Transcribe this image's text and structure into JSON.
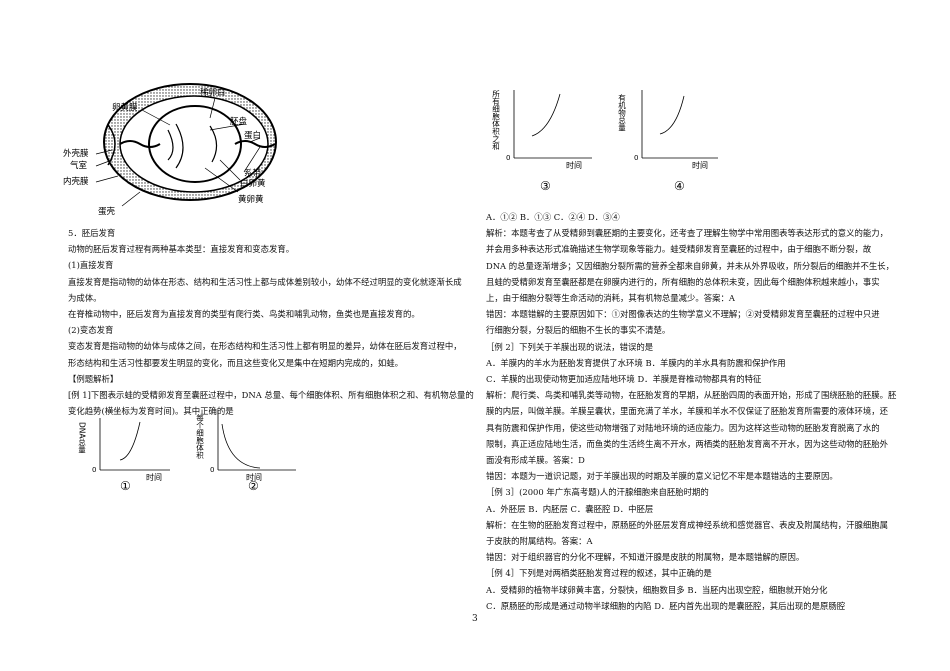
{
  "egg_labels": {
    "shell_membrane_inner": "卵黄膜",
    "thin_albumen": "稀卵白",
    "blastodisc": "胚盘",
    "albumen": "蛋白",
    "outer_shell_membrane": "外壳膜",
    "air_sac": "气室",
    "inner_shell_membrane": "内壳膜",
    "chalaza": "系带",
    "white_yolk": "白卵黄",
    "yellow_yolk": "黄卵黄",
    "shell": "蛋壳"
  },
  "left_lines": [
    "5．胚后发育",
    "动物的胚后发育过程有两种基本类型：直接发育和变态发育。",
    "(1)直接发育",
    "直接发育是指动物的幼体在形态、结构和生活习性上都与成体差别较小，幼体不经过明显的变化就逐渐长成",
    "为成体。",
    "在脊椎动物中，胚后发育为直接发育的类型有爬行类、鸟类和哺乳动物，鱼类也是直接发育的。",
    "(2)变态发育",
    "变态发育是指动物的幼体与成体之间，在形态结构和生活习性上都有明显的差异，幼体在胚后发育过程中，",
    "形态结构和生活习性都要发生明显的变化，而且这些变化又是集中在短期内完成的，如蛙。",
    "【例题解析】",
    "[例 1]下图表示蛙的受精卵发育至囊胚过程中，DNA 总量、每个细胞体积、所有细胞体积之和、有机物总量的",
    "变化趋势(横坐标为发育时间)。其中正确的是"
  ],
  "charts": {
    "c1": {
      "ylabel": "DNA总量",
      "xlabel": "时间",
      "origin": "0",
      "num": "①"
    },
    "c2": {
      "ylabel": "每个细胞体积",
      "xlabel": "时间",
      "origin": "0",
      "num": "②"
    },
    "c3": {
      "ylabel": "所有细胞体积之和",
      "xlabel": "时间",
      "origin": "0",
      "num": "③"
    },
    "c4": {
      "ylabel": "有机物总量",
      "xlabel": "时间",
      "origin": "0",
      "num": "④"
    }
  },
  "right_lines": [
    "A．①②  B．①③  C．②④  D．③④",
    "解析：本题考查了从受精卵到囊胚期的主要变化，还考查了理解生物学中常用图表等表达形式的意义的能力，",
    "并会用多种表达形式准确描述生物学现象等能力。蛙受精卵发育至囊胚的过程中，由于细胞不断分裂，故",
    "DNA 的总量逐渐增多；又因细胞分裂所需的营养全都来自卵黄，并未从外界吸收，所分裂后的细胞并不生长，",
    "且蛙的受精卵发育至囊胚都是在卵膜内进行的，所有细胞的总体积未变，因此每个细胞体积越来越小，事实",
    "上，由于细胞分裂等生命活动的消耗，其有机物总量减少。答案：A",
    "错因：本题错解的主要原因如下：①对图像表达的生物学意义不理解；②对受精卵发育至囊胚的过程中只进",
    "行细胞分裂，分裂后的细胞不生长的事实不清楚。",
    "［例 2］下列关于羊膜出现的说法，错误的是",
    "A．羊膜内的羊水为胚胎发育提供了水环境    B．羊膜内的羊水具有防震和保护作用",
    "C．羊膜的出现使动物更加适应陆地环境        D．羊膜是脊椎动物都具有的特征",
    "解析：爬行类、鸟类和哺乳类等动物，在胚胎发育的早期，从胚胎四周的表面开始，形成了围绕胚胎的胚膜。胚",
    "膜的内层，叫做羊膜。羊膜呈囊状，里面充满了羊水，羊膜和羊水不仅保证了胚胎发育所需要的液体环境，还",
    "具有防震和保护作用，使这些动物增强了对陆地环境的适应能力。因为这样这些动物的胚胎发育脱离了水的",
    "限制，真正适应陆地生活，而鱼类的生活终生离不开水，两栖类的胚胎发育离不开水，因为这些动物的胚胎外",
    "面没有形成羊膜。答案：D",
    "错因：本题为一道识记题，对于羊膜出现的时期及羊膜的意义记忆不牢是本题错选的主要原因。",
    "［例 3］(2000 年广东高考题)人的汗腺细胞来自胚胎时期的",
    "A．外胚层   B．内胚层  C．囊胚腔  D．中胚层",
    "解析：在生物的胚胎发育过程中，原肠胚的外胚层发育成神经系统和感觉器官、表皮及附属结构，汗腺细胞属",
    "于皮肤的附属结构。答案：A",
    "错因：对于组织器官的分化不理解，不知道汗腺是皮肤的附属物，是本题错解的原因。",
    "［例 4］下列是对两栖类胚胎发育过程的叙述，其中正确的是",
    "A．受精卵的植物半球卵黄丰富，分裂快，细胞数目多    B．当胚内出现空腔，细胞就开始分化",
    "C．原肠胚的形成是通过动物半球细胞的内陷          D．胚内首先出现的是囊胚腔，其后出现的是原肠腔"
  ],
  "page_number": "3"
}
